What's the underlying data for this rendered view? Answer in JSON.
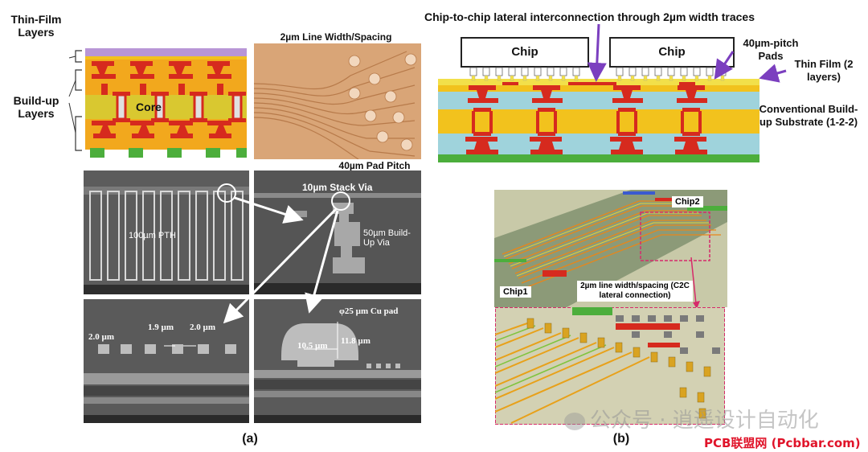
{
  "panel_a": {
    "caption": "(a)",
    "labels": {
      "thin_film": "Thin-Film Layers",
      "build_up": "Build-up Layers",
      "core": "Core",
      "line_width": "2µm Line Width/Spacing",
      "pad_pitch": "40µm Pad Pitch",
      "stack_via": "10µm Stack Via",
      "pth": "100µm PTH",
      "build_up_via": "50µm Build-Up Via",
      "meas_2a": "2.0 µm",
      "meas_19": "1.9 µm",
      "meas_2b": "2.0 µm",
      "cu_pad": "φ25 µm Cu pad",
      "meas_105": "10.5 µm",
      "meas_118": "11.8 µm"
    }
  },
  "panel_b": {
    "caption": "(b)",
    "labels": {
      "c2c_title": "Chip-to-chip lateral interconnection through 2µm width traces",
      "chip_left": "Chip",
      "chip_right": "Chip",
      "pads": "40µm-pitch Pads",
      "thin_film": "Thin Film (2 layers)",
      "substrate": "Conventional Build-up Substrate (1-2-2)",
      "chip1": "Chip1",
      "chip2": "Chip2",
      "c2c_note": "2µm line width/spacing (C2C lateral connection)"
    }
  },
  "watermark": {
    "cn_text": "公众号 · 逍遥设计自动化",
    "site": "PCB联盟网 (Pcbbar.com)"
  },
  "colors": {
    "yellow": "#f2c21d",
    "orange": "#e8861a",
    "red": "#d62a1e",
    "cyan": "#9fd3dc",
    "green": "#4cae3c",
    "purple": "#9a6fc4",
    "arrow_purple": "#7b3fbf"
  }
}
